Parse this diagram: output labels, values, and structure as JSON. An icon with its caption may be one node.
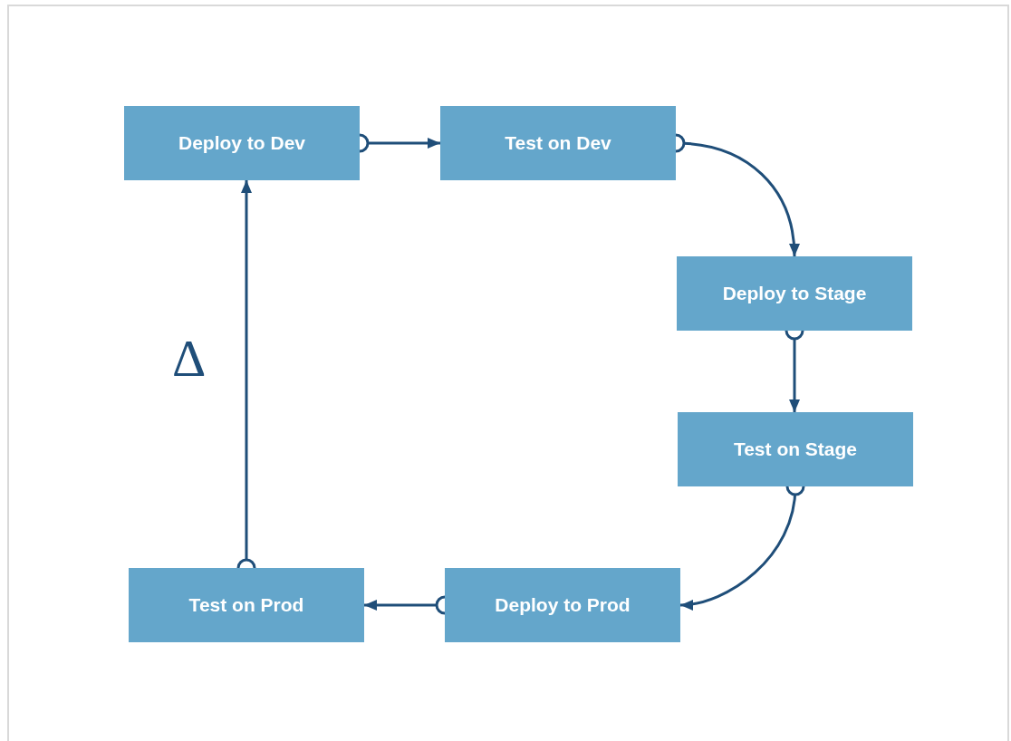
{
  "diagram": {
    "nodes": [
      {
        "text": [
          "Deploy to Dev"
        ]
      },
      {
        "text": [
          "Test on Dev"
        ]
      },
      {
        "text": [
          "Deploy to Stage"
        ]
      },
      {
        "text": [
          "Test on Stage"
        ]
      },
      {
        "text": [
          "Deploy to Prod"
        ]
      },
      {
        "text": [
          "Test on Prod"
        ]
      }
    ],
    "edges": [
      {
        "from": 0,
        "to": 1,
        "arrow": "to"
      },
      {
        "from": 1,
        "to": 2,
        "arrow": "to"
      },
      {
        "from": 2,
        "to": 3,
        "arrow": "to"
      },
      {
        "from": 3,
        "to": 4,
        "arrow": "to"
      },
      {
        "from": 4,
        "to": 5,
        "arrow": "to"
      },
      {
        "from": 5,
        "to": 0,
        "arrow": "to"
      }
    ],
    "labels": [
      "Δ"
    ]
  }
}
